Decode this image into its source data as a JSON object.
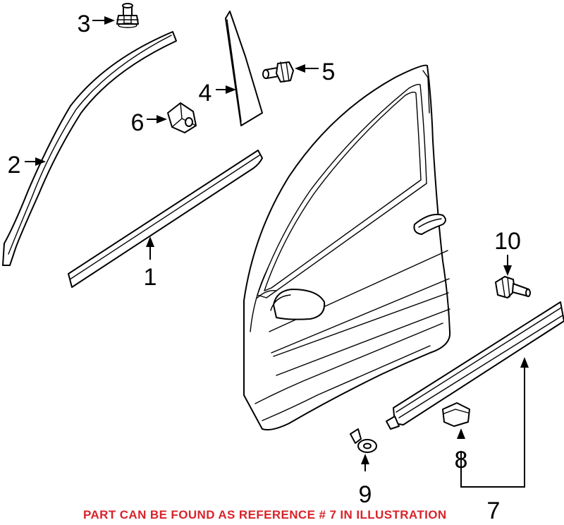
{
  "callouts": {
    "c1": "1",
    "c2": "2",
    "c3": "3",
    "c4": "4",
    "c5": "5",
    "c6": "6",
    "c7": "7",
    "c8": "8",
    "c9": "9",
    "c10": "10"
  },
  "footnote": {
    "text": "PART CAN BE FOUND AS REFERENCE # 7 IN ILLUSTRATION",
    "color": "#d9232a"
  }
}
